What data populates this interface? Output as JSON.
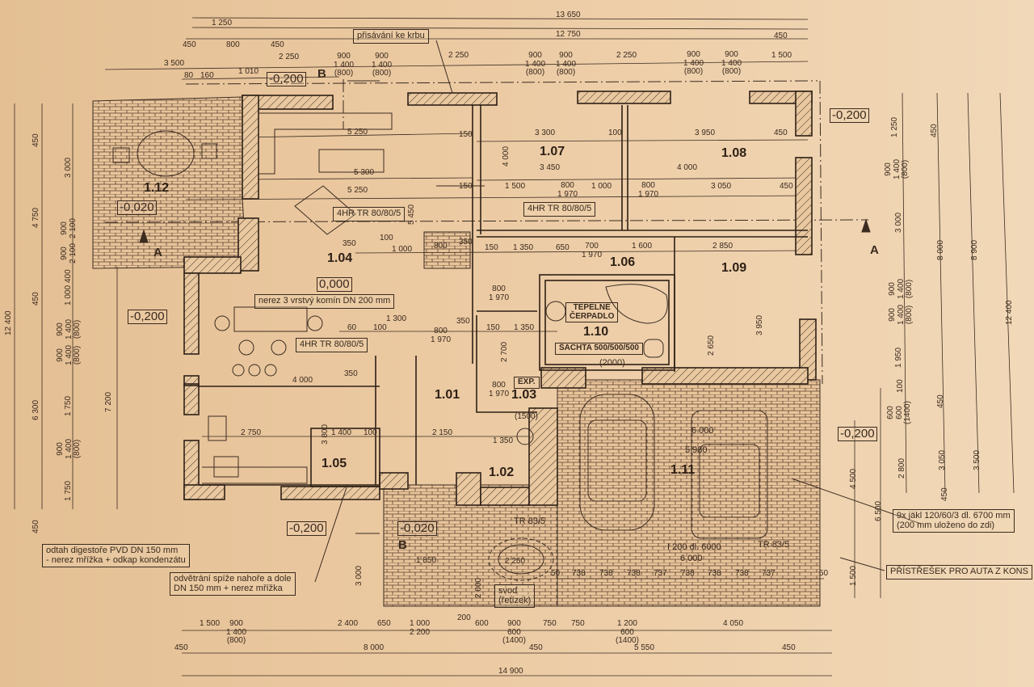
{
  "colors": {
    "line": "#3b2b20",
    "paper": "#ebc9a1"
  },
  "rooms": [
    "1.12",
    "1.04",
    "1.07",
    "1.08",
    "1.06",
    "1.09",
    "1.10",
    "1.03",
    "1.01",
    "1.05",
    "1.02",
    "1.11"
  ],
  "levels": [
    "-0,200",
    "-0,200",
    "-0,020",
    "0,000",
    "-0,200",
    "-0,200",
    "-0,020",
    "-0,200"
  ],
  "sections": [
    "A",
    "A",
    "B",
    "B"
  ],
  "notes": {
    "krbu": "přisávání ke krbu",
    "tr1": "4HR TR 80/80/5",
    "tr2": "4HR TR 80/80/5",
    "tr3": "4HR TR 80/80/5",
    "komin": "nerez 3 vrstvý komín DN 200 mm",
    "tepelne": "TEPELNÉ\nČERPADLO",
    "sachta": "ŠACHTA 500/500/500",
    "exp": "EXP.",
    "digestor": "odtah digestoře PVD DN 150 mm\n- nerez mřížka + odkap kondenzátu",
    "spize": "odvětrání spíže nahoře a dole\nDN 150 mm + nerez mřížka",
    "jakl": "9x jäkl 120/60/3 dl. 6700 mm\n(200 mm uloženo do zdi)",
    "pristresek": "PŘÍSTŘEŠEK PRO AUTA Z KONS",
    "svod": "svod\n(řetízek)"
  },
  "texts": {
    "vana": "(2000)",
    "tr83a": "TR 83/5",
    "tr83b": "TR 83/5",
    "nosnik": "I 200 dl. 6000",
    "g6000a": "6 000",
    "g6000b": "6 000",
    "g5980": "5 980"
  },
  "dims": {
    "top": [
      "13 650",
      "12 750",
      "1 250",
      "450",
      "800",
      "450",
      "450",
      "3 500",
      "2 250",
      "900\n1 400\n(800)",
      "900\n1 400\n(800)",
      "2 250",
      "900\n1 400\n(800)",
      "900\n1 400\n(800)",
      "2 250",
      "900\n1 400\n(800)",
      "900\n1 400\n(800)",
      "1 500",
      "80",
      "160",
      "1 010"
    ],
    "bottom": [
      "1 500",
      "900\n1 400\n(800)",
      "2 400",
      "650",
      "1 000\n2 200",
      "200",
      "600",
      "900\n600\n(1400)",
      "750",
      "750",
      "1 200\n600\n(1400)",
      "4 050",
      "450",
      "8 000",
      "450",
      "5 550",
      "450",
      "14 900"
    ],
    "left": [
      "12 400",
      "4 750",
      "450",
      "450",
      "6 300",
      "450",
      "3 000",
      "900\n2 100",
      "900\n2 100",
      "400",
      "1 000",
      "900\n1 400\n(800)",
      "900\n1 400\n(800)",
      "1 750",
      "900\n1 400\n(800)",
      "1 750",
      "7 200"
    ],
    "right": [
      "1 250",
      "900\n1 400\n(800)",
      "3 000",
      "900\n1 400\n(800)",
      "900\n1 400\n(800)",
      "1 950",
      "100",
      "600\n600\n(1400)",
      "2 800",
      "450",
      "8 000",
      "450",
      "3 050",
      "450",
      "8 900",
      "3 500",
      "12 400"
    ],
    "interior": [
      "5 250",
      "5 300",
      "5 250",
      "5 450",
      "3 300",
      "100",
      "3 950",
      "450",
      "3 450",
      "4 000",
      "1 500",
      "800\n1 970",
      "1 000",
      "800\n1 970",
      "3 050",
      "450",
      "150",
      "150",
      "350",
      "100",
      "1 000",
      "800",
      "350",
      "150",
      "1 350",
      "650",
      "700\n1 970",
      "1 600",
      "2 850",
      "800\n1 970",
      "1 300",
      "60",
      "100",
      "800\n1 970",
      "350",
      "150",
      "1 350",
      "4 000",
      "350",
      "2 750",
      "1 400",
      "100",
      "2 150",
      "1 350",
      "(1500)",
      "800\n1 970",
      "2 700",
      "3 950",
      "2 650",
      "3 000",
      "1 850",
      "2 250",
      "2 000",
      "1 500",
      "4 500",
      "6 500",
      "4 000",
      "3 800"
    ],
    "garage": [
      "50",
      "738",
      "738",
      "738",
      "737",
      "738",
      "738",
      "738",
      "737",
      "50"
    ]
  }
}
